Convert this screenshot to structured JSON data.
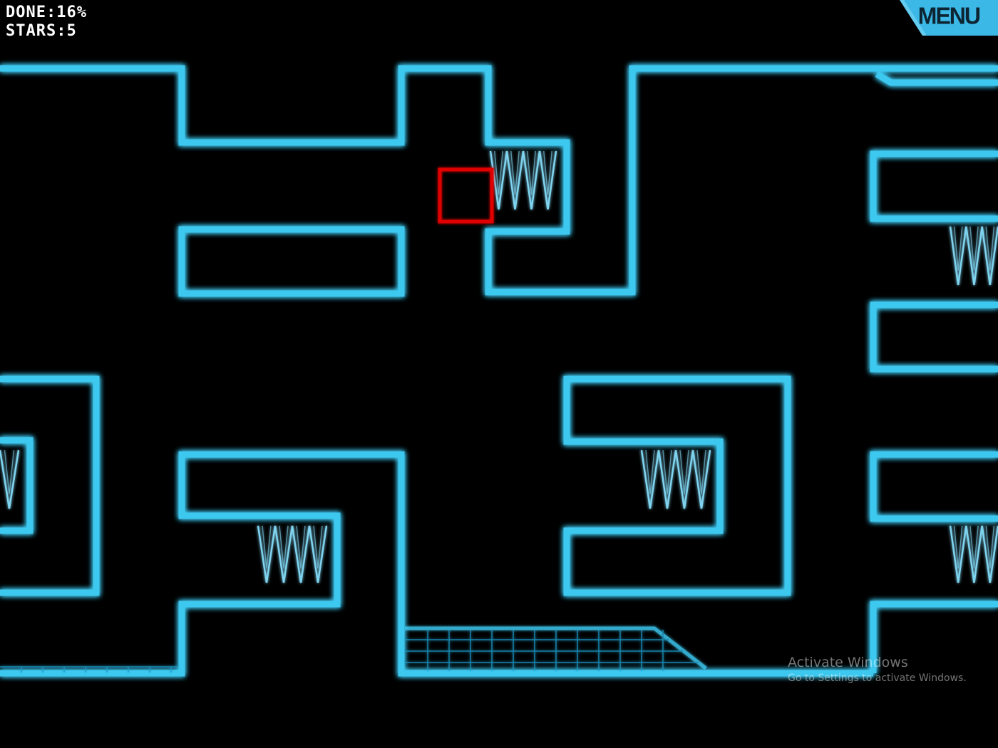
{
  "hud": {
    "done_label": "DONE",
    "done_value": "16%",
    "stars_label": "STARS",
    "stars_value": "5"
  },
  "menu": {
    "label": "MENU"
  },
  "watermark": {
    "title": "Activate Windows",
    "subtitle": "Go to Settings to activate Windows."
  },
  "colors": {
    "background": "#000000",
    "wall": "#3cc8f0",
    "wall_glow": "#1a8fbf",
    "player": "#e00000",
    "spike": "#7fd4f0",
    "menu_bg": "#3cb8e6"
  }
}
